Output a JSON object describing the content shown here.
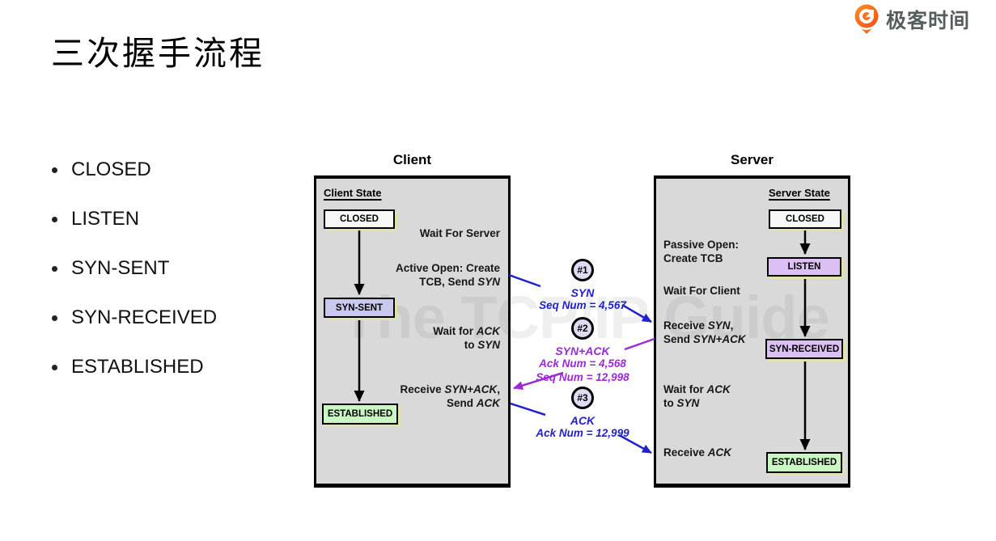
{
  "brand": {
    "name": "极客时间",
    "icon": "geektime-logo",
    "orange": "#f7611f",
    "gray": "#565d5e"
  },
  "title": "三次握手流程",
  "bullets": [
    "CLOSED",
    "LISTEN",
    "SYN-SENT",
    "SYN-RECEIVED",
    "ESTABLISHED"
  ],
  "watermark": "The TCP/IP Guide",
  "colors": {
    "panel_bg": "#d9d9d9",
    "state_closed": "#f8f8f8",
    "state_syn_sent": "#c9c9f0",
    "state_listen": "#dcc0f4",
    "state_syn_received": "#dcc0f4",
    "state_established": "#c9f6c2",
    "box_shadow": "#e2e2af",
    "arrow_blue": "#2222cd",
    "arrow_purple": "#9a2bd2"
  },
  "client": {
    "title": "Client",
    "state_label": "Client State",
    "states": [
      "CLOSED",
      "SYN-SENT",
      "ESTABLISHED"
    ],
    "notes": [
      {
        "lines": [
          [
            {
              "t": "Wait For Server"
            }
          ]
        ]
      },
      {
        "lines": [
          [
            {
              "t": "Active Open: Create"
            }
          ],
          [
            {
              "t": "TCB, Send "
            },
            {
              "t": "SYN",
              "i": 1
            }
          ]
        ]
      },
      {
        "lines": [
          [
            {
              "t": "Wait for "
            },
            {
              "t": "ACK",
              "i": 1
            }
          ],
          [
            {
              "t": "to "
            },
            {
              "t": "SYN",
              "i": 1
            }
          ]
        ]
      },
      {
        "lines": [
          [
            {
              "t": "Receive "
            },
            {
              "t": "SYN+ACK",
              "i": 1
            },
            {
              "t": ","
            }
          ],
          [
            {
              "t": "Send "
            },
            {
              "t": "ACK",
              "i": 1
            }
          ]
        ]
      }
    ]
  },
  "server": {
    "title": "Server",
    "state_label": "Server State",
    "states": [
      "CLOSED",
      "LISTEN",
      "SYN-RECEIVED",
      "ESTABLISHED"
    ],
    "notes": [
      {
        "lines": [
          [
            {
              "t": "Passive Open:"
            }
          ],
          [
            {
              "t": "Create TCB"
            }
          ]
        ]
      },
      {
        "lines": [
          [
            {
              "t": "Wait For Client"
            }
          ]
        ]
      },
      {
        "lines": [
          [
            {
              "t": "Receive "
            },
            {
              "t": "SYN",
              "i": 1
            },
            {
              "t": ","
            }
          ],
          [
            {
              "t": "Send "
            },
            {
              "t": "SYN+ACK",
              "i": 1
            }
          ]
        ]
      },
      {
        "lines": [
          [
            {
              "t": "Wait for "
            },
            {
              "t": "ACK",
              "i": 1
            }
          ],
          [
            {
              "t": "to "
            },
            {
              "t": "SYN",
              "i": 1
            }
          ]
        ]
      },
      {
        "lines": [
          [
            {
              "t": "Receive "
            },
            {
              "t": "ACK",
              "i": 1
            }
          ]
        ]
      }
    ]
  },
  "messages": [
    {
      "num": "#1",
      "name": "SYN",
      "lines": [
        "Seq Num = 4,567"
      ],
      "color": "blue"
    },
    {
      "num": "#2",
      "name": "SYN+ACK",
      "lines": [
        "Ack Num = 4,568",
        "Seq Num = 12,998"
      ],
      "color": "purple"
    },
    {
      "num": "#3",
      "name": "ACK",
      "lines": [
        "Ack Num = 12,999"
      ],
      "color": "blue"
    }
  ]
}
